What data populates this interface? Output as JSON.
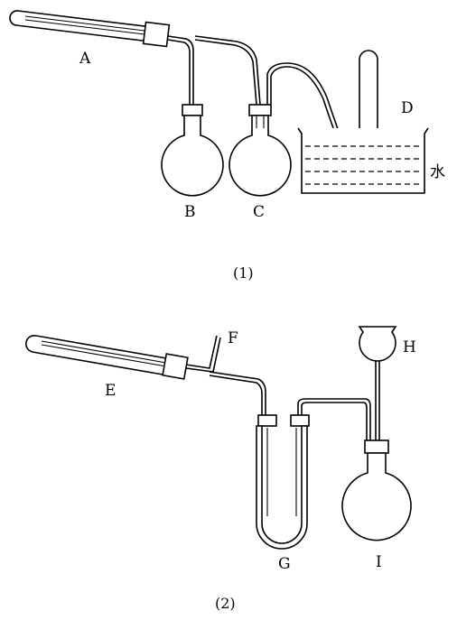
{
  "figure1": {
    "labels": {
      "A": "A",
      "B": "B",
      "C": "C",
      "D": "D",
      "water": "水"
    },
    "caption": "(1)"
  },
  "figure2": {
    "labels": {
      "E": "E",
      "F": "F",
      "G": "G",
      "H": "H",
      "I": "I"
    },
    "caption": "(2)"
  }
}
